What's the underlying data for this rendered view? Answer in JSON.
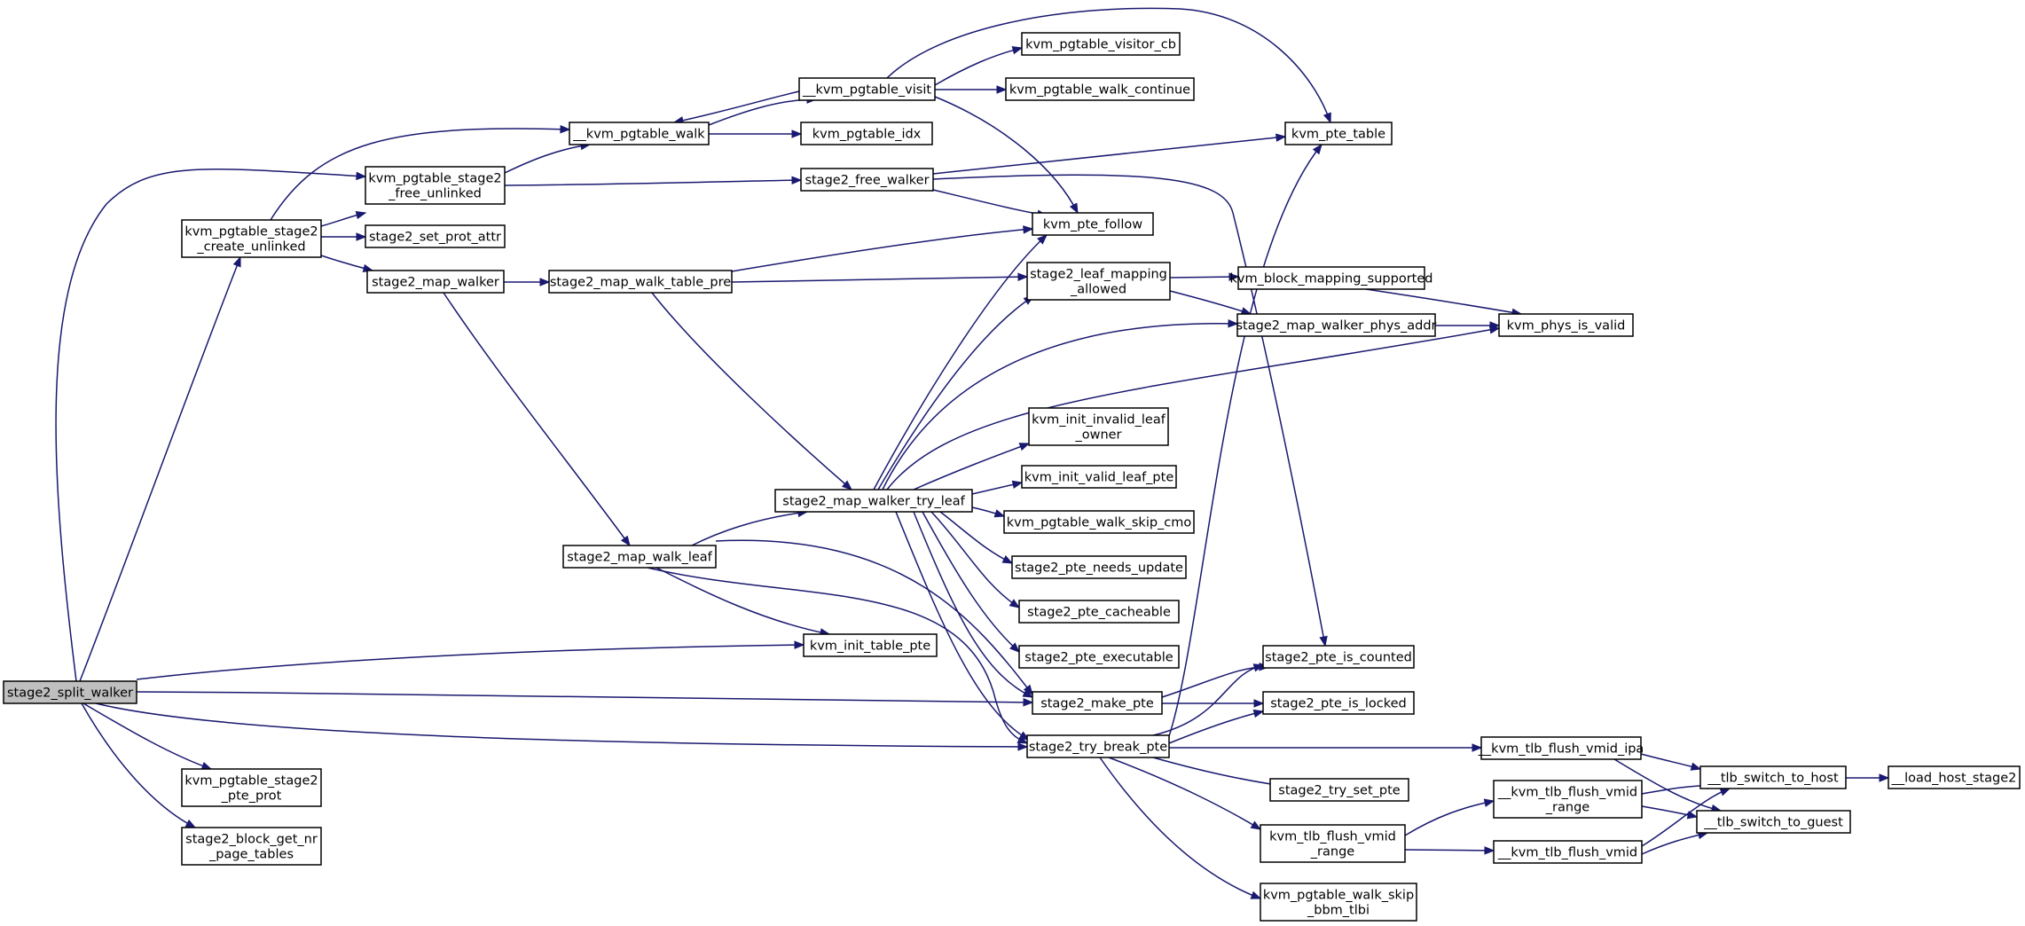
{
  "graph": {
    "edge_color": "#191970",
    "root_fill": "#bfbfbf",
    "node_fill": "#ffffff",
    "nodes": [
      {
        "id": "split",
        "lines": [
          "stage2_split_walker"
        ],
        "root": true
      },
      {
        "id": "create",
        "lines": [
          "kvm_pgtable_stage2",
          "_create_unlinked"
        ]
      },
      {
        "id": "walk",
        "lines": [
          "__kvm_pgtable_walk"
        ]
      },
      {
        "id": "visit",
        "lines": [
          "__kvm_pgtable_visit"
        ]
      },
      {
        "id": "visitor_cb",
        "lines": [
          "kvm_pgtable_visitor_cb"
        ]
      },
      {
        "id": "walk_continue",
        "lines": [
          "kvm_pgtable_walk_continue"
        ]
      },
      {
        "id": "idx",
        "lines": [
          "kvm_pgtable_idx"
        ]
      },
      {
        "id": "pte_table",
        "lines": [
          "kvm_pte_table"
        ]
      },
      {
        "id": "free_unlinked",
        "lines": [
          "kvm_pgtable_stage2",
          "_free_unlinked"
        ]
      },
      {
        "id": "free_walker",
        "lines": [
          "stage2_free_walker"
        ]
      },
      {
        "id": "pte_follow",
        "lines": [
          "kvm_pte_follow"
        ]
      },
      {
        "id": "set_prot",
        "lines": [
          "stage2_set_prot_attr"
        ]
      },
      {
        "id": "map_walker",
        "lines": [
          "stage2_map_walker"
        ]
      },
      {
        "id": "walk_table_pre",
        "lines": [
          "stage2_map_walk_table_pre"
        ]
      },
      {
        "id": "leaf_allowed",
        "lines": [
          "stage2_leaf_mapping",
          "_allowed"
        ]
      },
      {
        "id": "block_supported",
        "lines": [
          "kvm_block_mapping_supported"
        ]
      },
      {
        "id": "phys_addr",
        "lines": [
          "stage2_map_walker_phys_addr"
        ]
      },
      {
        "id": "phys_valid",
        "lines": [
          "kvm_phys_is_valid"
        ]
      },
      {
        "id": "invalid_leaf",
        "lines": [
          "kvm_init_invalid_leaf",
          "_owner"
        ]
      },
      {
        "id": "valid_leaf",
        "lines": [
          "kvm_init_valid_leaf_pte"
        ]
      },
      {
        "id": "try_leaf",
        "lines": [
          "stage2_map_walker_try_leaf"
        ]
      },
      {
        "id": "skip_cmo",
        "lines": [
          "kvm_pgtable_walk_skip_cmo"
        ]
      },
      {
        "id": "walk_leaf",
        "lines": [
          "stage2_map_walk_leaf"
        ]
      },
      {
        "id": "needs_update",
        "lines": [
          "stage2_pte_needs_update"
        ]
      },
      {
        "id": "cacheable",
        "lines": [
          "stage2_pte_cacheable"
        ]
      },
      {
        "id": "executable",
        "lines": [
          "stage2_pte_executable"
        ]
      },
      {
        "id": "init_table",
        "lines": [
          "kvm_init_table_pte"
        ]
      },
      {
        "id": "is_counted",
        "lines": [
          "stage2_pte_is_counted"
        ]
      },
      {
        "id": "make_pte",
        "lines": [
          "stage2_make_pte"
        ]
      },
      {
        "id": "is_locked",
        "lines": [
          "stage2_pte_is_locked"
        ]
      },
      {
        "id": "try_break",
        "lines": [
          "stage2_try_break_pte"
        ]
      },
      {
        "id": "flush_ipa",
        "lines": [
          "__kvm_tlb_flush_vmid_ipa"
        ]
      },
      {
        "id": "switch_host",
        "lines": [
          "__tlb_switch_to_host"
        ]
      },
      {
        "id": "load_host",
        "lines": [
          "__load_host_stage2"
        ]
      },
      {
        "id": "flush_range_int",
        "lines": [
          "__kvm_tlb_flush_vmid",
          "_range"
        ]
      },
      {
        "id": "switch_guest",
        "lines": [
          "__tlb_switch_to_guest"
        ]
      },
      {
        "id": "try_set",
        "lines": [
          "stage2_try_set_pte"
        ]
      },
      {
        "id": "flush_range",
        "lines": [
          "kvm_tlb_flush_vmid",
          "_range"
        ]
      },
      {
        "id": "flush_vmid",
        "lines": [
          "__kvm_tlb_flush_vmid"
        ]
      },
      {
        "id": "skip_bbm",
        "lines": [
          "kvm_pgtable_walk_skip",
          "_bbm_tlbi"
        ]
      },
      {
        "id": "stage2_pte_prot",
        "lines": [
          "kvm_pgtable_stage2",
          "_pte_prot"
        ]
      },
      {
        "id": "nr_page_tables",
        "lines": [
          "stage2_block_get_nr",
          "_page_tables"
        ]
      }
    ],
    "edges": [
      [
        "split",
        "create"
      ],
      [
        "split",
        "free_unlinked"
      ],
      [
        "split",
        "init_table"
      ],
      [
        "split",
        "make_pte"
      ],
      [
        "split",
        "try_break"
      ],
      [
        "split",
        "stage2_pte_prot"
      ],
      [
        "split",
        "nr_page_tables"
      ],
      [
        "create",
        "walk"
      ],
      [
        "create",
        "free_unlinked"
      ],
      [
        "create",
        "set_prot"
      ],
      [
        "create",
        "map_walker"
      ],
      [
        "free_unlinked",
        "walk"
      ],
      [
        "free_unlinked",
        "free_walker"
      ],
      [
        "walk",
        "visit"
      ],
      [
        "walk",
        "idx"
      ],
      [
        "visit",
        "walk"
      ],
      [
        "visit",
        "visitor_cb"
      ],
      [
        "visit",
        "walk_continue"
      ],
      [
        "visit",
        "pte_table"
      ],
      [
        "visit",
        "pte_follow"
      ],
      [
        "free_walker",
        "pte_table"
      ],
      [
        "free_walker",
        "pte_follow"
      ],
      [
        "free_walker",
        "is_counted"
      ],
      [
        "map_walker",
        "walk_table_pre"
      ],
      [
        "map_walker",
        "walk_leaf"
      ],
      [
        "walk_table_pre",
        "pte_follow"
      ],
      [
        "walk_table_pre",
        "leaf_allowed"
      ],
      [
        "walk_table_pre",
        "try_leaf"
      ],
      [
        "leaf_allowed",
        "block_supported"
      ],
      [
        "leaf_allowed",
        "phys_addr"
      ],
      [
        "block_supported",
        "phys_valid"
      ],
      [
        "phys_addr",
        "phys_valid"
      ],
      [
        "try_leaf",
        "pte_follow"
      ],
      [
        "try_leaf",
        "leaf_allowed"
      ],
      [
        "try_leaf",
        "phys_addr"
      ],
      [
        "try_leaf",
        "phys_valid"
      ],
      [
        "try_leaf",
        "invalid_leaf"
      ],
      [
        "try_leaf",
        "valid_leaf"
      ],
      [
        "try_leaf",
        "skip_cmo"
      ],
      [
        "try_leaf",
        "needs_update"
      ],
      [
        "try_leaf",
        "cacheable"
      ],
      [
        "try_leaf",
        "executable"
      ],
      [
        "try_leaf",
        "make_pte"
      ],
      [
        "try_leaf",
        "try_break"
      ],
      [
        "walk_leaf",
        "try_leaf"
      ],
      [
        "walk_leaf",
        "init_table"
      ],
      [
        "walk_leaf",
        "make_pte"
      ],
      [
        "walk_leaf",
        "try_break"
      ],
      [
        "make_pte",
        "is_counted"
      ],
      [
        "make_pte",
        "is_locked"
      ],
      [
        "try_break",
        "pte_table"
      ],
      [
        "try_break",
        "is_counted"
      ],
      [
        "try_break",
        "is_locked"
      ],
      [
        "try_break",
        "flush_ipa"
      ],
      [
        "try_break",
        "try_set"
      ],
      [
        "try_break",
        "flush_range"
      ],
      [
        "try_break",
        "skip_bbm"
      ],
      [
        "flush_ipa",
        "switch_host"
      ],
      [
        "flush_ipa",
        "switch_guest"
      ],
      [
        "switch_host",
        "load_host"
      ],
      [
        "flush_range",
        "flush_range_int"
      ],
      [
        "flush_range",
        "flush_vmid"
      ],
      [
        "flush_range_int",
        "switch_host"
      ],
      [
        "flush_range_int",
        "switch_guest"
      ],
      [
        "flush_vmid",
        "switch_host"
      ],
      [
        "flush_vmid",
        "switch_guest"
      ]
    ]
  }
}
